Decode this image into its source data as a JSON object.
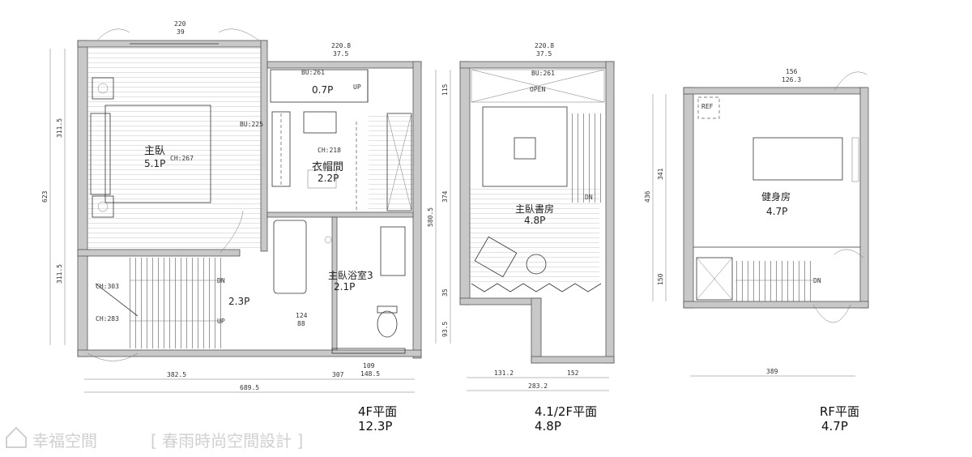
{
  "plans": {
    "f4": {
      "rooms": {
        "master_bedroom": {
          "name": "主臥",
          "area": "5.1P",
          "ceiling": "CH:267"
        },
        "wardrobe": {
          "name": "衣帽間",
          "area": "2.2P",
          "ceiling": "CH:218",
          "bu": "BU:225"
        },
        "small_room": {
          "area": "0.7P",
          "bu": "BU:261",
          "up": "UP"
        },
        "master_bath": {
          "name": "主臥浴室3",
          "area": "2.1P"
        },
        "stair": {
          "area": "2.3P",
          "ch_top": "CH:303",
          "ch_bottom": "CH:283",
          "dn": "DN",
          "up": "UP"
        }
      },
      "dims": {
        "top": [
          "220",
          "39"
        ],
        "top_right": [
          "220.8",
          "37.5"
        ],
        "left_total": "623",
        "left_upper": "311.5",
        "left_lower": "311.5",
        "bottom_left": "382.5",
        "bottom_right": "307",
        "bottom_total": "689.5",
        "niche": [
          "124",
          "88"
        ],
        "small": [
          "109",
          "148.5"
        ]
      },
      "title": "4F平面",
      "area": "12.3P"
    },
    "f41": {
      "rooms": {
        "study": {
          "name": "主臥書房",
          "area": "4.8P",
          "bu": "BU:261",
          "open": "OPEN",
          "dn": "DN"
        }
      },
      "dims": {
        "top": [
          "220.8",
          "37.5"
        ],
        "left_total": "580.5",
        "left_main": "374",
        "left_top": "115",
        "left_bottom": "35",
        "left_lowest": "93.5",
        "bottom_left": "131.2",
        "bottom_right": "152",
        "bottom_total": "283.2"
      },
      "title": "4.1/2F平面",
      "area": "4.8P"
    },
    "rf": {
      "rooms": {
        "gym": {
          "name": "健身房",
          "area": "4.7P",
          "ref": "REF",
          "dn": "DN"
        }
      },
      "dims": {
        "top": [
          "156",
          "126.3"
        ],
        "left_total": "436",
        "left_upper": "341",
        "left_lower": "150",
        "bottom": "389"
      },
      "title": "RF平面",
      "area": "4.7P"
    }
  },
  "watermark": {
    "brand": "幸福空間",
    "designer": "[ 春雨時尚空間設計 ]"
  }
}
